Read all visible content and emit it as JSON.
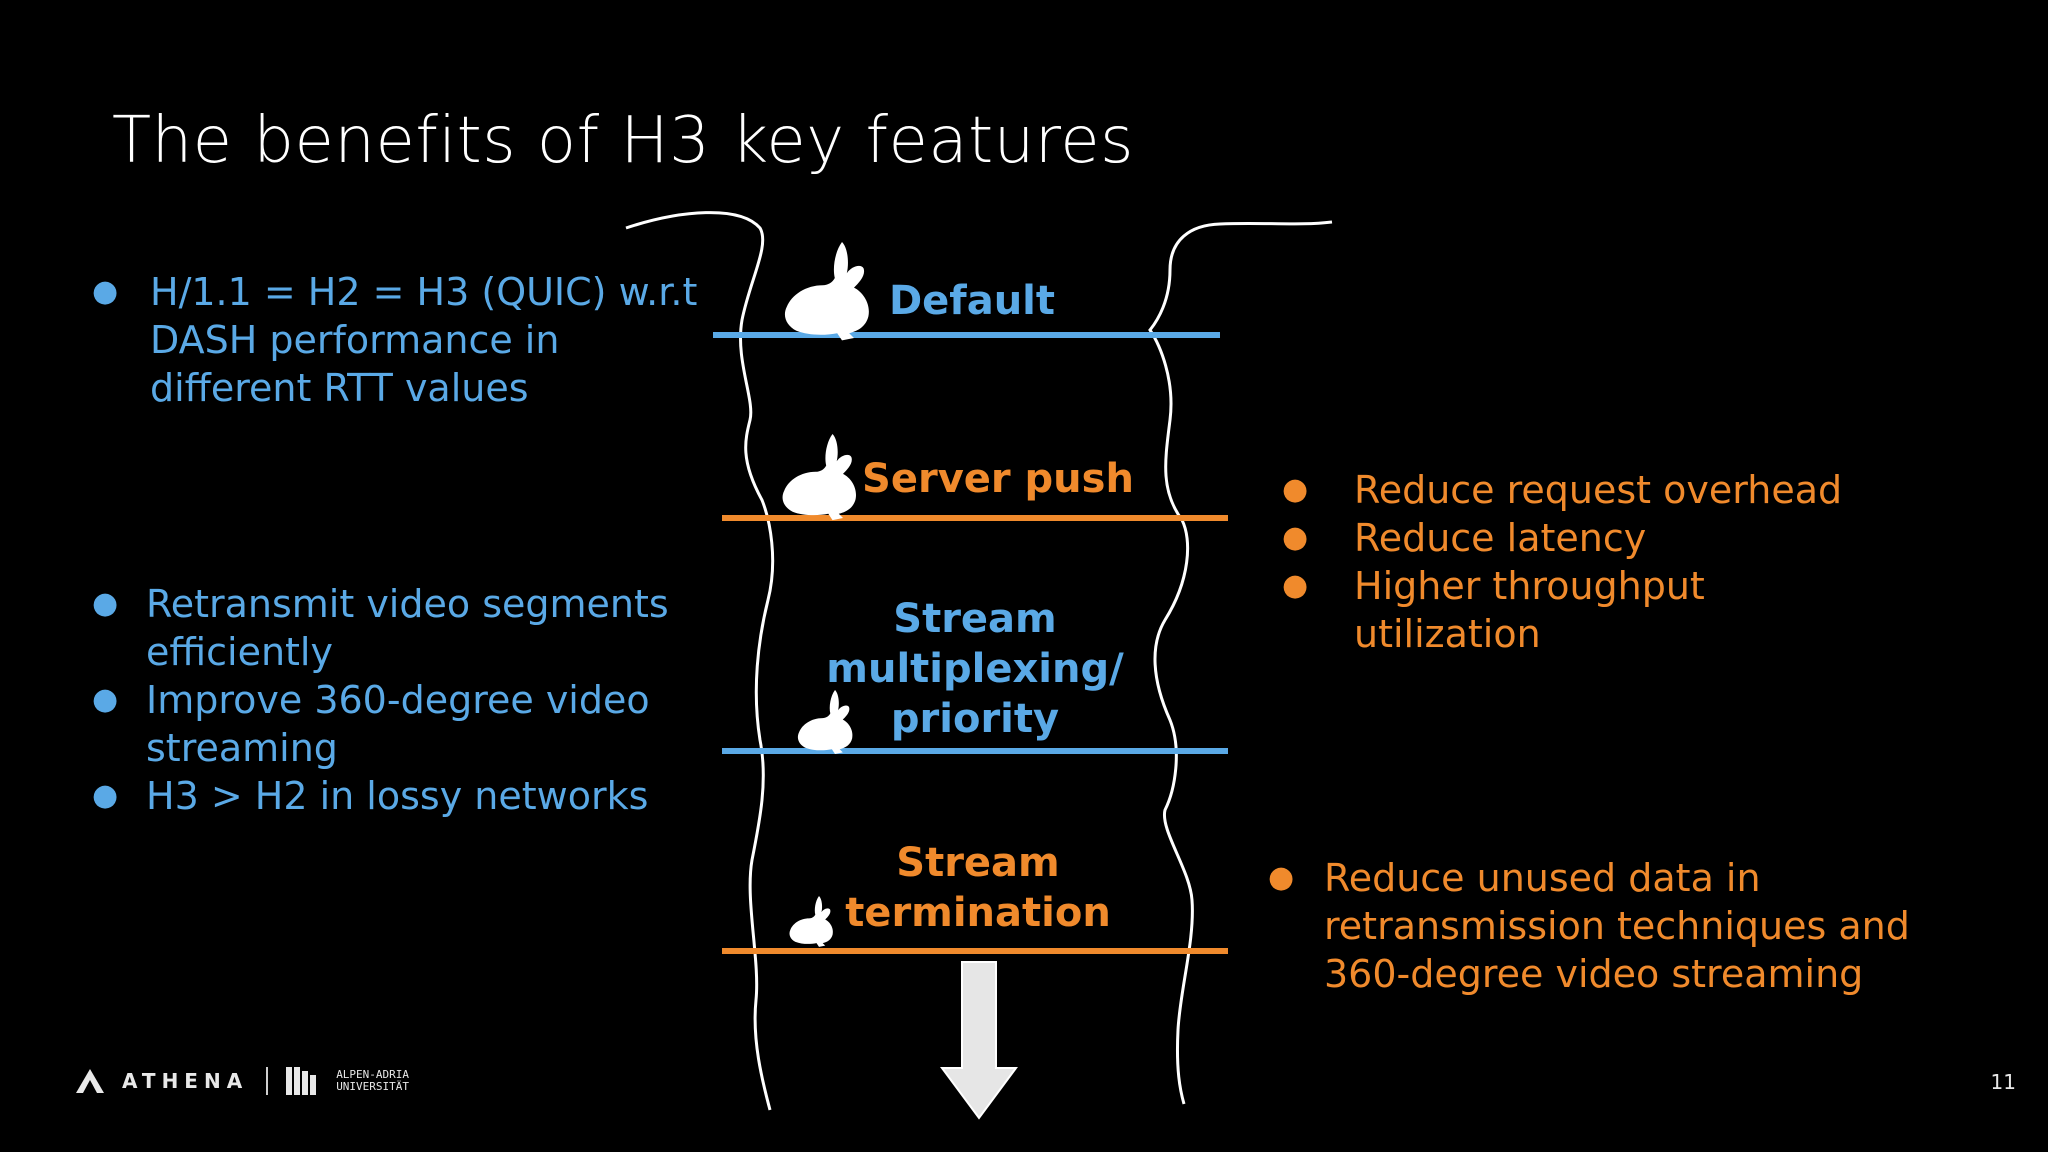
{
  "slide": {
    "title": "The benefits of H3 key features",
    "page_number": "11"
  },
  "left_top": {
    "items": [
      "H/1.1 = H2 = H3 (QUIC) w.r.t DASH performance in different RTT values"
    ]
  },
  "left_bottom": {
    "items": [
      "Retransmit video segments efficiently",
      "Improve 360-degree video streaming",
      "H3 > H2 in lossy networks"
    ]
  },
  "right_top": {
    "items": [
      "Reduce request overhead",
      "Reduce latency",
      "Higher throughput utilization"
    ]
  },
  "right_bottom": {
    "items": [
      "Reduce unused data in retransmission techniques and 360-degree video streaming"
    ]
  },
  "layers": {
    "default": "Default",
    "server_push": "Server push",
    "multiplexing_line1": "Stream",
    "multiplexing_line2": "multiplexing/",
    "multiplexing_line3": "priority",
    "termination_line1": "Stream",
    "termination_line2": "termination"
  },
  "footer": {
    "logo_text": "ATHENA",
    "university_line1": "ALPEN-ADRIA",
    "university_line2": "UNIVERSITÄT"
  },
  "colors": {
    "blue": "#5aa9e6",
    "orange": "#f08a2c",
    "background": "#000000"
  },
  "icons": [
    "rabbit-icon",
    "down-arrow-icon",
    "athena-logo-icon",
    "university-logo-icon"
  ]
}
